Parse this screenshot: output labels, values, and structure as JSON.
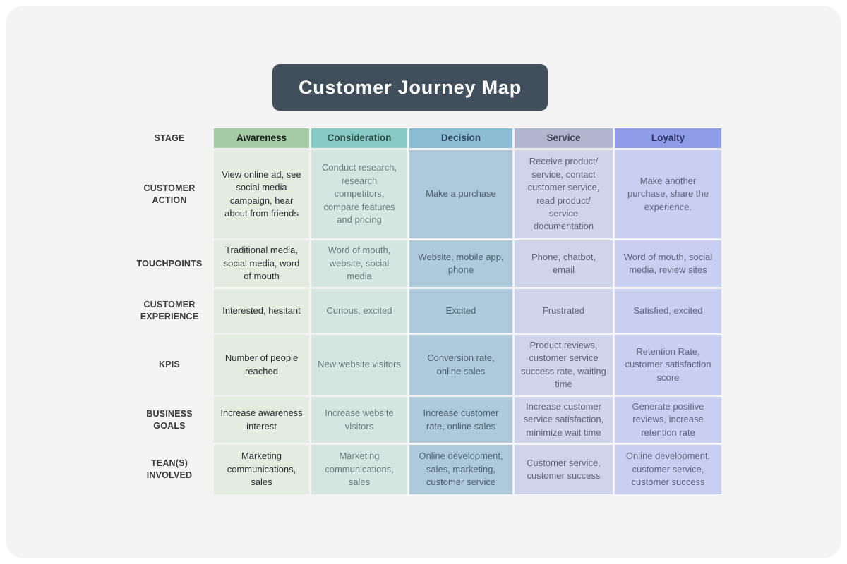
{
  "title": "Customer Journey Map",
  "colors": {
    "page_bg": "#ffffff",
    "card_bg": "#f3f3f4",
    "title_bg": "#404f5b",
    "title_text": "#ffffff"
  },
  "table": {
    "corner_label": "STAGE",
    "columns": [
      {
        "label": "Awareness",
        "header_bg": "#a4cba4",
        "header_text": "#161b16",
        "cell_bg": "#e3ecdf",
        "cell_text": "#252d33"
      },
      {
        "label": "Consideration",
        "header_bg": "#87cbc4",
        "header_text": "#2f4f4b",
        "cell_bg": "#d4e6df",
        "cell_text": "#6b7b7c"
      },
      {
        "label": "Decision",
        "header_bg": "#8cbcd4",
        "header_text": "#2f4a63",
        "cell_bg": "#aec9da",
        "cell_text": "#4c6173"
      },
      {
        "label": "Service",
        "header_bg": "#b2b6cf",
        "header_text": "#3e4358",
        "cell_bg": "#cfd4ea",
        "cell_text": "#5c657b"
      },
      {
        "label": "Loyalty",
        "header_bg": "#8f9de9",
        "header_text": "#2b3464",
        "cell_bg": "#c9cff0",
        "cell_text": "#5d657f"
      }
    ],
    "rows": [
      {
        "label": "CUSTOMER ACTION",
        "cells": [
          "View online ad, see social media campaign, hear about from friends",
          "Conduct research, research competitors, compare features and pricing",
          "Make a purchase",
          "Receive product/ service, contact customer service, read product/ service documentation",
          "Make another purchase, share the experience."
        ]
      },
      {
        "label": "TOUCHPOINTS",
        "cells": [
          "Traditional media, social media, word of mouth",
          "Word of mouth, website, social media",
          "Website, mobile app, phone",
          "Phone, chatbot, email",
          "Word of mouth, social media, review sites"
        ]
      },
      {
        "label": "CUSTOMER EXPERIENCE",
        "cells": [
          "Interested, hesitant",
          "Curious, excited",
          "Excited",
          "Frustrated",
          "Satisfied, excited"
        ]
      },
      {
        "label": "KPIS",
        "cells": [
          "Number of people reached",
          "New website visitors",
          "Conversion rate, online sales",
          "Product reviews, customer service success rate, waiting time",
          "Retention Rate, customer satisfaction score"
        ]
      },
      {
        "label": "BUSINESS GOALS",
        "cells": [
          "Increase awareness interest",
          "Increase website visitors",
          "Increase customer rate, online sales",
          "Increase customer service satisfaction, minimize wait time",
          "Generate positive reviews, increase retention rate"
        ]
      },
      {
        "label": "TEAN(S) INVOLVED",
        "cells": [
          "Marketing communications, sales",
          "Marketing communications, sales",
          "Online development, sales, marketing, customer service",
          "Customer service, customer success",
          "Online development. customer service, customer success"
        ]
      }
    ]
  }
}
